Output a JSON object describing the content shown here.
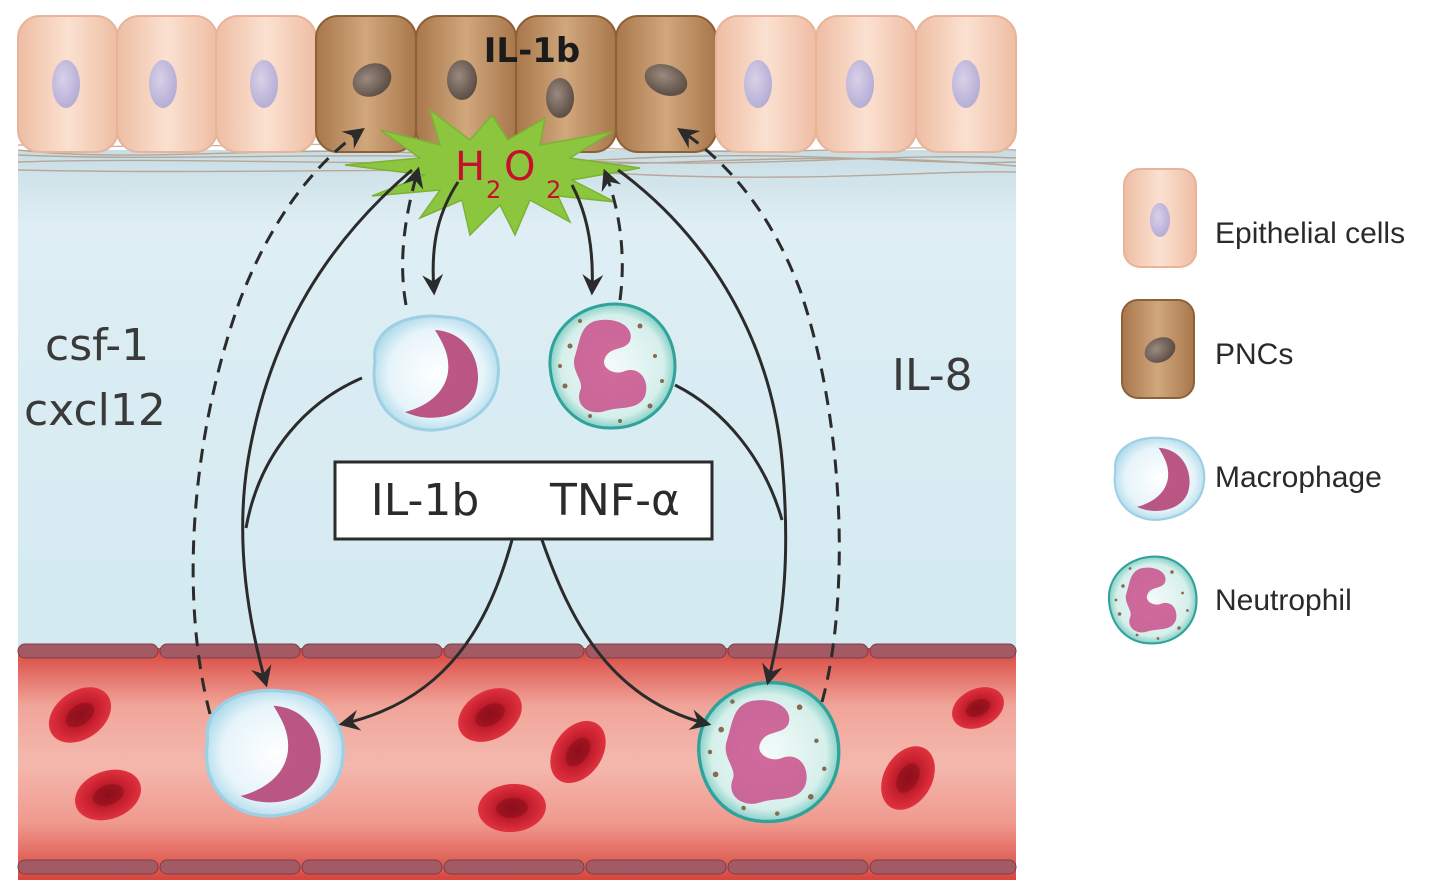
{
  "labels": {
    "il1b_top": "IL-1b",
    "h2o2_main_h": "H",
    "h2o2_sub_2a": "2",
    "h2o2_main_o": "O",
    "h2o2_sub_2b": "2",
    "csf1": "csf-1",
    "cxcl12": "cxcl12",
    "il8": "IL-8",
    "box_il1b": "IL-1b",
    "box_tnf": "TNF-α"
  },
  "legend": {
    "items": [
      {
        "label": "Epithelial cells",
        "icon": "epithelial-cell-icon"
      },
      {
        "label": "PNCs",
        "icon": "pnc-cell-icon"
      },
      {
        "label": "Macrophage",
        "icon": "macrophage-icon"
      },
      {
        "label": "Neutrophil",
        "icon": "neutrophil-icon"
      }
    ]
  },
  "colors": {
    "epithelial_fill": "#f7cdb6",
    "pnc_fill": "#b98a5c",
    "burst": "#8cc63f",
    "h2o2_text": "#c8102e",
    "tissue": "#d7ebf2",
    "vessel": "#e8564a",
    "rbc": "#c91f2e",
    "macrophage_nucleus": "#b23a6e",
    "neutrophil_rim": "#2fa39a"
  }
}
